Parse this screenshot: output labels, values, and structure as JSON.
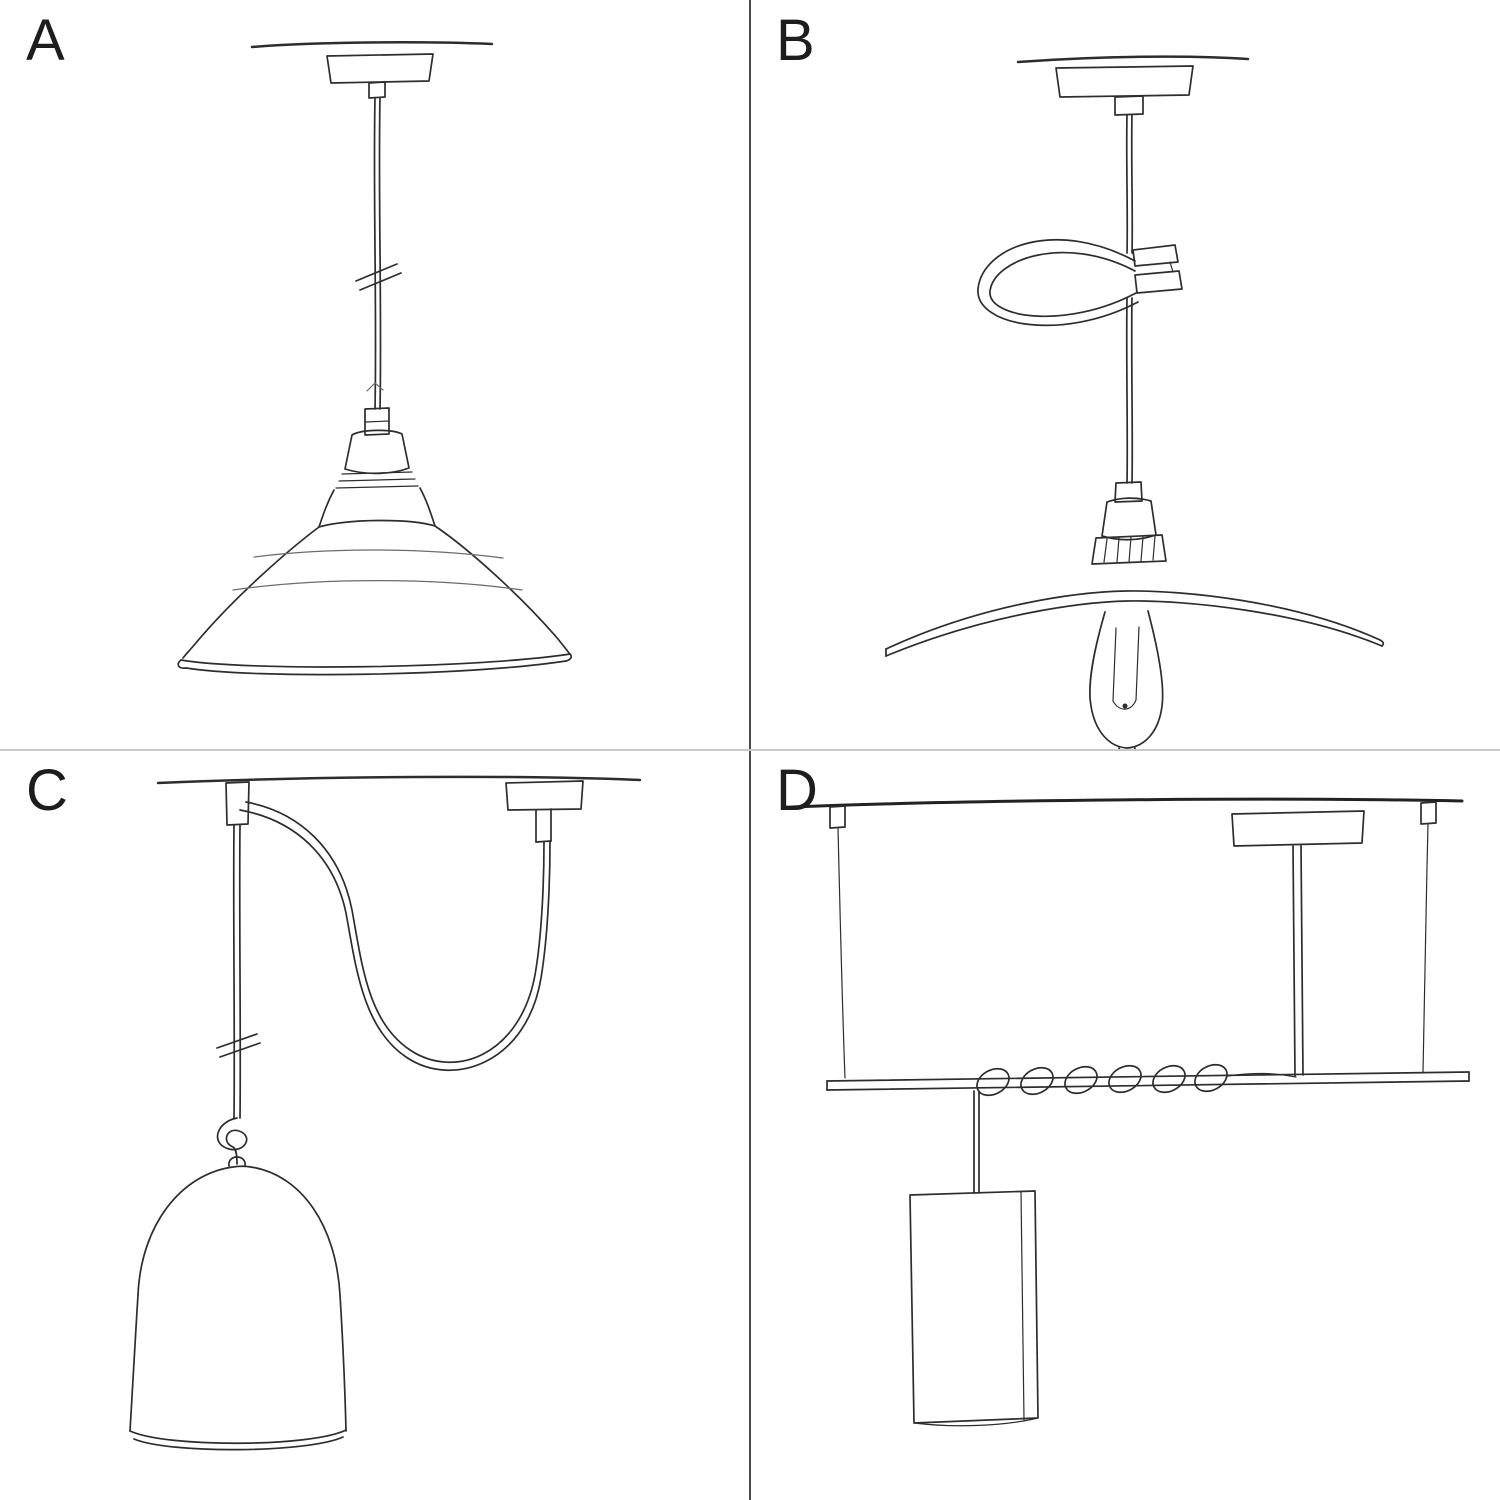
{
  "meta": {
    "title": "Pendant lamp installation option sketches",
    "ink_color": "#2d2d2d",
    "background_color": "#ffffff",
    "divider_vertical_color": "#4a4a4a",
    "divider_horizontal_color": "#c9c9c9"
  },
  "panels": [
    {
      "label": "A",
      "sketch": "pendant-straight-drop-industrial-shade-sketch"
    },
    {
      "label": "B",
      "sketch": "pendant-cable-clip-loop-flat-plate-shade-bulb-sketch"
    },
    {
      "label": "C",
      "sketch": "swag-pendant-hook-knot-bell-shade-sketch"
    },
    {
      "label": "D",
      "sketch": "bar-suspension-coiled-cable-tube-shade-sketch"
    }
  ]
}
